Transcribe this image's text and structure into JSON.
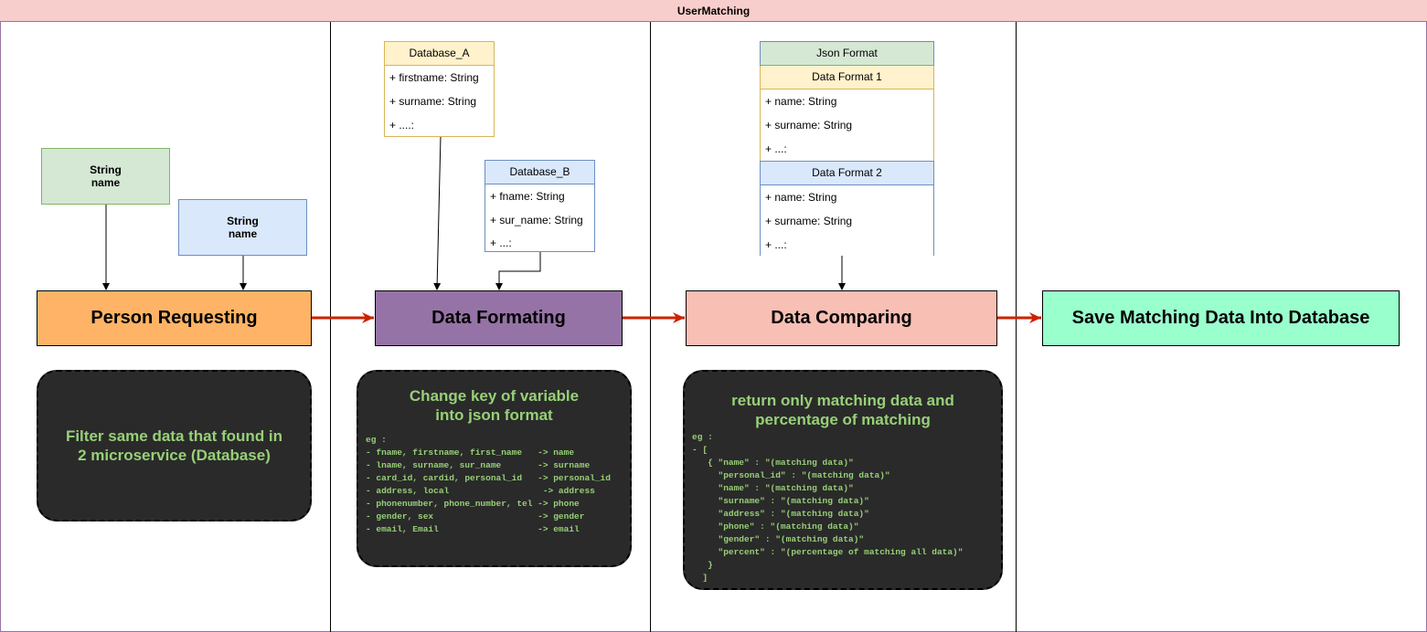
{
  "pool": {
    "title": "UserMatching"
  },
  "inputs": {
    "green": {
      "text": "String\nname"
    },
    "blue": {
      "text": "String\nname"
    }
  },
  "steps": [
    {
      "label": "Person Requesting",
      "color": "#ffb366"
    },
    {
      "label": "Data Formating",
      "color": "#9673a6"
    },
    {
      "label": "Data Comparing",
      "color": "#f8bfb5"
    },
    {
      "label": "Save Matching Data Into Database",
      "color": "#99ffcc"
    }
  ],
  "database_a": {
    "title": "Database_A",
    "rows": [
      "+ firstname: String",
      "+ surname: String",
      "+ ....:"
    ]
  },
  "database_b": {
    "title": "Database_B",
    "rows": [
      "+ fname: String",
      "+ sur_name: String",
      "+ ...:"
    ]
  },
  "json_format": {
    "title": "Json Format",
    "format1": {
      "title": "Data Format 1",
      "rows": [
        "+ name: String",
        "+ surname: String",
        "+ ...:"
      ]
    },
    "format2": {
      "title": "Data Format 2",
      "rows": [
        "+ name: String",
        "+ surname: String",
        "+ ...:"
      ]
    }
  },
  "notes": [
    {
      "title": "Filter same data that found in\n2 microservice (Database)",
      "code": ""
    },
    {
      "title": "Change key of variable\ninto json format",
      "code": "eg :\n- fname, firstname, first_name   -> name\n- lname, surname, sur_name       -> surname\n- card_id, cardid, personal_id   -> personal_id\n- address, local                  -> address\n- phonenumber, phone_number, tel -> phone\n- gender, sex                    -> gender\n- email, Email                   -> email"
    },
    {
      "title": "return only matching data and\npercentage of matching",
      "code": "eg :\n- [\n   { \"name\" : \"(matching data)\"\n     \"personal_id\" : \"(matching data)\"\n     \"name\" : \"(matching data)\"\n     \"surname\" : \"(matching data)\"\n     \"address\" : \"(matching data)\"\n     \"phone\" : \"(matching data)\"\n     \"gender\" : \"(matching data)\"\n     \"percent\" : \"(percentage of matching all data)\"\n   }\n  ]"
    }
  ],
  "colors": {
    "pool_border": "#9673a6",
    "title_fill": "#f8cecc",
    "green_fill": "#d5e8d4",
    "green_stroke": "#82b366",
    "blue_fill": "#dae8fc",
    "blue_stroke": "#6c8ebf",
    "yellow_fill": "#fff2cc",
    "yellow_stroke": "#d6b656",
    "note_fill": "#2a2a2a",
    "note_text": "#97d077",
    "flow_arrow": "#cc2200"
  }
}
